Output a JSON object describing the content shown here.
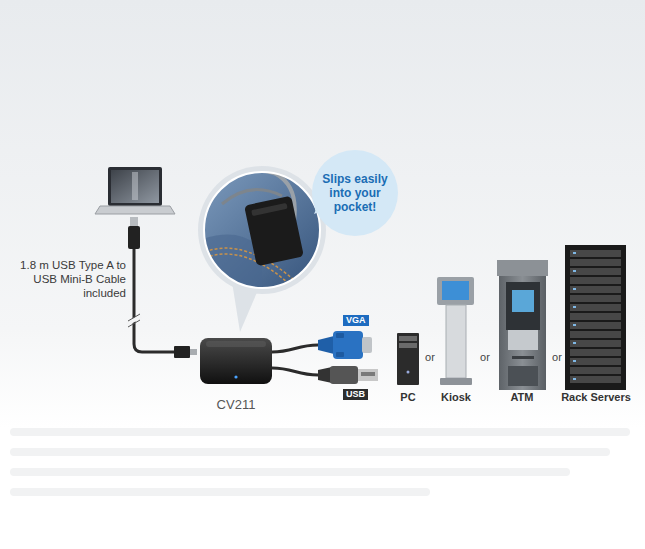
{
  "diagram": {
    "nodes": [
      {
        "text": [
          "Slips easily into your pocket!"
        ]
      },
      {
        "text": [
          "CV211"
        ]
      },
      {
        "text": [
          "VGA"
        ]
      },
      {
        "text": [
          "USB"
        ]
      },
      {
        "text": [
          "PC"
        ]
      },
      {
        "text": [
          "Kiosk"
        ]
      },
      {
        "text": [
          "ATM"
        ]
      },
      {
        "text": [
          "Rack Servers"
        ]
      }
    ],
    "edges": [
      {
        "from": 1,
        "to": 2,
        "arrow": "none"
      },
      {
        "from": 1,
        "to": 3,
        "arrow": "none"
      }
    ],
    "labels": [
      "1.8 m USB Type A to USB Mini-B Cable included",
      "or",
      "or",
      "or"
    ]
  }
}
